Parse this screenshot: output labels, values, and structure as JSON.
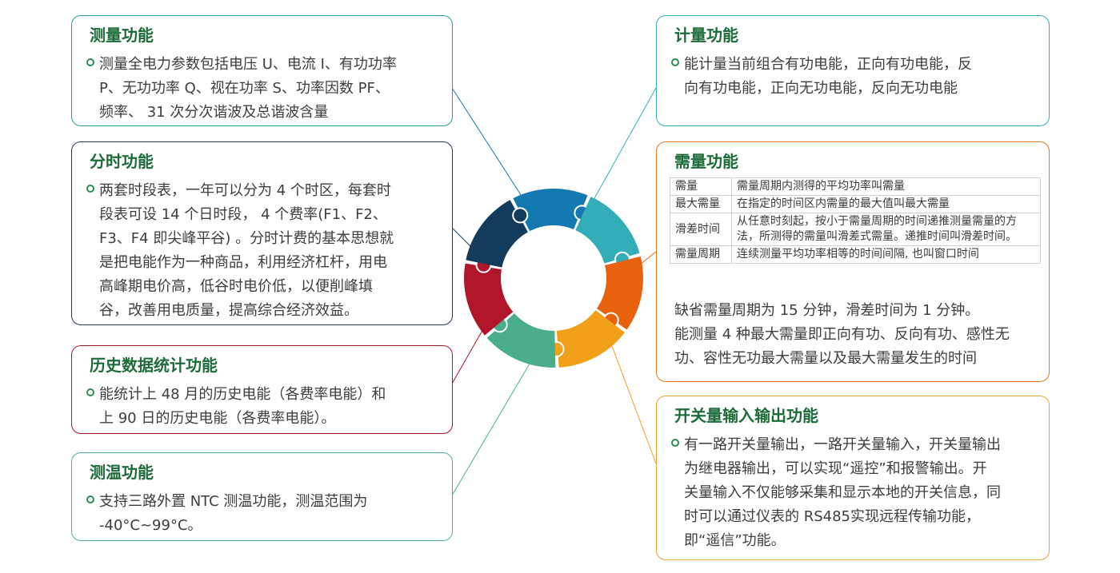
{
  "colors": {
    "teal": "#2a9d8f",
    "navy": "#1f3d5c",
    "crimson": "#a5182b",
    "green": "#4db38a",
    "tealdark": "#1b8c8c",
    "orange": "#e07b1a",
    "gold": "#e8a33a",
    "puzzle": [
      "#1479b0",
      "#33adb8",
      "#e8620e",
      "#f0a019",
      "#4aae8c",
      "#b0152a",
      "#123b5c"
    ]
  },
  "left": {
    "measure": {
      "title": "测量功能",
      "lines": [
        "测量全电力参数包括电压 U、电流 I、有功功率",
        "P、无功功率 Q、视在功率 S、功率因数 PF、",
        "频率、 31 次分次谐波及总谐波含量"
      ]
    },
    "tou": {
      "title": "分时功能",
      "lines": [
        "两套时段表，一年可以分为 4 个时区，每套时",
        "段表可设 14 个日时段， 4 个费率(F1、F2、",
        "F3、F4 即尖峰平谷) 。分时计费的基本思想就",
        "是把电能作为一种商品，利用经济杠杆，用电",
        "高峰期电价高，低谷时电价低，以便削峰填",
        "谷，改善用电质量，提高综合经济效益。"
      ]
    },
    "history": {
      "title": "历史数据统计功能",
      "lines": [
        "能统计上 48 月的历史电能（各费率电能）和",
        "上 90 日的历史电能（各费率电能）。"
      ]
    },
    "temp": {
      "title": "测温功能",
      "lines": [
        "支持三路外置 NTC 测温功能，测温范围为",
        "-40°C~99°C。"
      ]
    }
  },
  "right": {
    "metering": {
      "title": "计量功能",
      "lines": [
        "能计量当前组合有功电能，正向有功电能，反",
        "向有功电能，正向无功电能，反向无功电能"
      ]
    },
    "demand": {
      "title": "需量功能",
      "table": [
        {
          "term": "需量",
          "def": "需量周期内测得的平均功率叫需量"
        },
        {
          "term": "最大需量",
          "def": "在指定的时间区内需量的最大值叫最大需量"
        },
        {
          "term": "滑差时间",
          "def": "从任意时刻起，按小于需量周期的时间递推测量需量的方法，所测得的需量叫滑差式需量。递推时间叫滑差时间。"
        },
        {
          "term": "需量周期",
          "def": "连续测量平均功率相等的时间间隔, 也叫窗口时间"
        }
      ],
      "lines": [
        "缺省需量周期为 15 分钟，滑差时间为 1 分钟。",
        "能测量 4 种最大需量即正向有功、反向有功、感性无",
        "功、容性无功最大需量以及最大需量发生的时间"
      ]
    },
    "io": {
      "title": "开关量输入输出功能",
      "lines": [
        "有一路开关量输出，一路开关量输入，开关量输出",
        "为继电器输出，可以实现“遥控”和报警输出。开",
        "关量输入不仅能够采集和显示本地的开关信息，同",
        "时可以通过仪表的 RS485实现远程传输功能，",
        "即“遥信”功能。"
      ]
    }
  }
}
